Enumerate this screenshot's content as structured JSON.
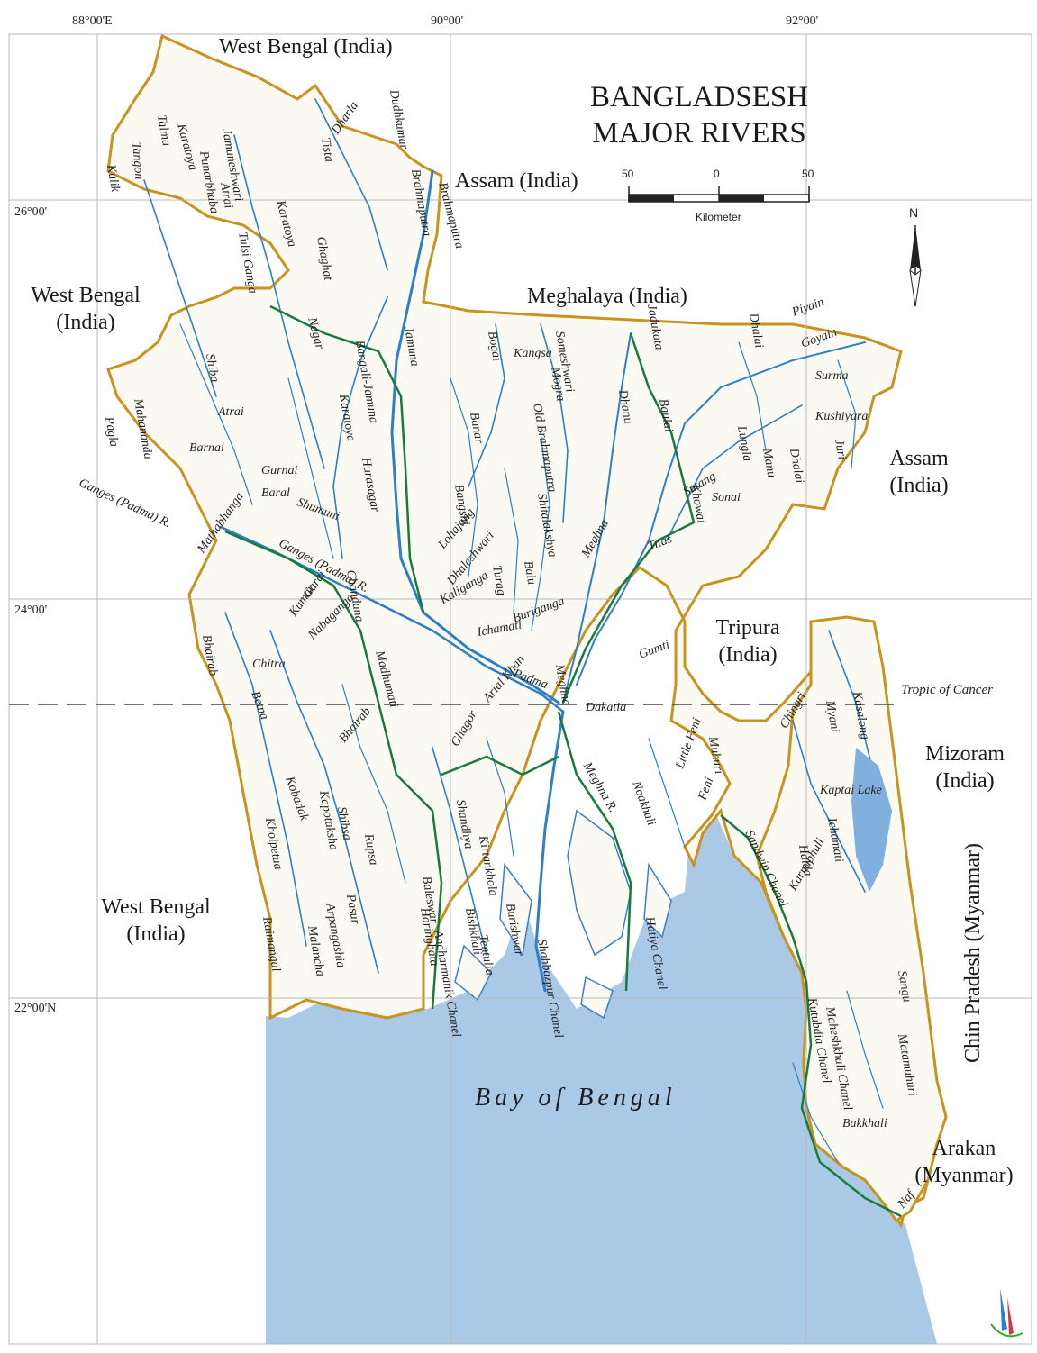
{
  "map": {
    "title_line1": "BANGLADSESH",
    "title_line2": "MAJOR RIVERS",
    "scale": {
      "left": "50",
      "center": "0",
      "right": "50",
      "unit": "Kilometer"
    },
    "north": "N",
    "sea": "Bay of Bengal",
    "tropic": "Tropic of Cancer",
    "coords": {
      "lon88": "88°00'E",
      "lon90": "90°00'",
      "lon92": "92°00'",
      "lat26": "26°00'",
      "lat24": "24°00'",
      "lat22": "22°00'N"
    },
    "regions": {
      "wb_top": "West Bengal (India)",
      "assam_top": "Assam (India)",
      "wb_left_1": "West Bengal",
      "wb_left_2": "(India)",
      "meghalaya": "Meghalaya (India)",
      "assam_right_1": "Assam",
      "assam_right_2": "(India)",
      "tripura_1": "Tripura",
      "tripura_2": "(India)",
      "mizoram_1": "Mizoram",
      "mizoram_2": "(India)",
      "wb_bottom_1": "West Bengal",
      "wb_bottom_2": "(India)",
      "chin": "Chin Pradesh (Myanmar)",
      "arakan_1": "Arakan",
      "arakan_2": "(Myanmar)"
    },
    "rivers": {
      "talma": "Talma",
      "tangon": "Tangon",
      "karatoya1": "Karatoya",
      "kulik": "Kulik",
      "punarbhaba": "Punarbhaba",
      "jamuneshwari": "Jamuneshwari",
      "atrai1": "Atrai",
      "karatoya2": "Karatoya",
      "tulsiganga": "Tulsi Ganga",
      "tista": "Tista",
      "dharla": "Dharla",
      "dudhkumar": "Dudhkumar",
      "brahmaputra1": "Brahmaputra",
      "brahmaputra2": "Brahmaputra",
      "ghaghat": "Ghaghat",
      "nagar": "Nagar",
      "jamuna": "Jamuna",
      "bangalijamuna": "Bangali-Jamuna",
      "karatoya3": "Karatoya",
      "shiba": "Shiba",
      "atrai2": "Atrai",
      "barnai": "Barnai",
      "gurnai": "Gurnai",
      "baral": "Baral",
      "shumuni": "Shumuni",
      "hurasagar": "Hurasagar",
      "mahananda": "Mahananda",
      "pagla": "Pagla",
      "gangespadmar": "Ganges (Padma) R.",
      "gangespadma2": "Ganges (Padma) R.",
      "mathabhanga": "Mathabhanga",
      "garai": "Garai",
      "kumar": "Kumar",
      "chandana": "Chandana",
      "nabaganga": "Nabaganga",
      "bhairab1": "Bhairab",
      "chitra": "Chitra",
      "betna": "Betna",
      "bhairab2": "Bhairab",
      "madhumati": "Madhumati",
      "kobadak": "Kobadak",
      "kholpetua": "Kholpetua",
      "kapotaksha": "Kapotaksha",
      "rupsa": "Rupsa",
      "shibsa": "Shibsa",
      "pasur": "Pasur",
      "raimangal": "Raimangal",
      "malancha": "Malancha",
      "arpangashia": "Arpangashia",
      "baleswar": "Baleswar",
      "haringhata": "Haringhata",
      "shandhya": "Shandhya",
      "kirtankhola": "Kirtankhola",
      "bishkhali": "Bishkhali",
      "burishwar": "Burishwar",
      "andharmanik": "Andharmanik Chanel",
      "tentulia": "Tentulia",
      "shahbazpur": "Shahbazpur Chanel",
      "hatiya": "Hatiya Chanel",
      "sandwip": "Sandwip Chanel",
      "kutubdia": "Kutubdia Chanel",
      "maheshkhali": "Maheshkhali Chanel",
      "bakkhali": "Bakkhali",
      "naf": "Naf",
      "matamuhuri": "Matamuhuri",
      "sangu": "Sangu",
      "karnaphuli": "Karnaphuli",
      "halda": "Halda",
      "ichamati": "Ichamati",
      "kaptailake": "Kaptai Lake",
      "chingri": "Chingri",
      "myani": "Myani",
      "kasalong": "Kasalong",
      "feni": "Feni",
      "littlefeni": "Little Feni",
      "muhuri": "Muhuri",
      "noakhali": "Noakhali",
      "meghnar": "Meghna R.",
      "dakatia": "Dakatia",
      "gumti": "Gumti",
      "titas": "Titas",
      "meghna1": "Meghna",
      "meghna2": "Meghna",
      "padma": "Padma",
      "arialkhan": "Arial Khan",
      "ghagor": "Ghagor",
      "buriganga": "Buriganga",
      "ichamati2": "Ichamati",
      "kaliganga": "Kaliganga",
      "dhaleshwari": "Dhaleshwari",
      "lohajang": "Lohajang",
      "turag": "Turag",
      "balu": "Balu",
      "bangshi": "Bangshi",
      "banar": "Banar",
      "shitalakshya": "Shitalakshya",
      "oldbrahmaputra": "Old Brahmaputra",
      "kangsa": "Kangsa",
      "bogai": "Bogai",
      "someshwari": "Someshwari",
      "mogra": "Mogra",
      "dhanu": "Dhanu",
      "baulai": "Baulai",
      "jadukata": "Jadukata",
      "surma": "Surma",
      "kushiyara": "Kushiyara",
      "goyain": "Goyain",
      "dhalai": "Dhalai",
      "piyain": "Piyain",
      "dhalai2": "Dhalai",
      "lungla": "Lungla",
      "manu": "Manu",
      "khowai": "Khowai",
      "juri": "Juri",
      "sonai": "Sonai",
      "sutang": "Sutang"
    }
  }
}
